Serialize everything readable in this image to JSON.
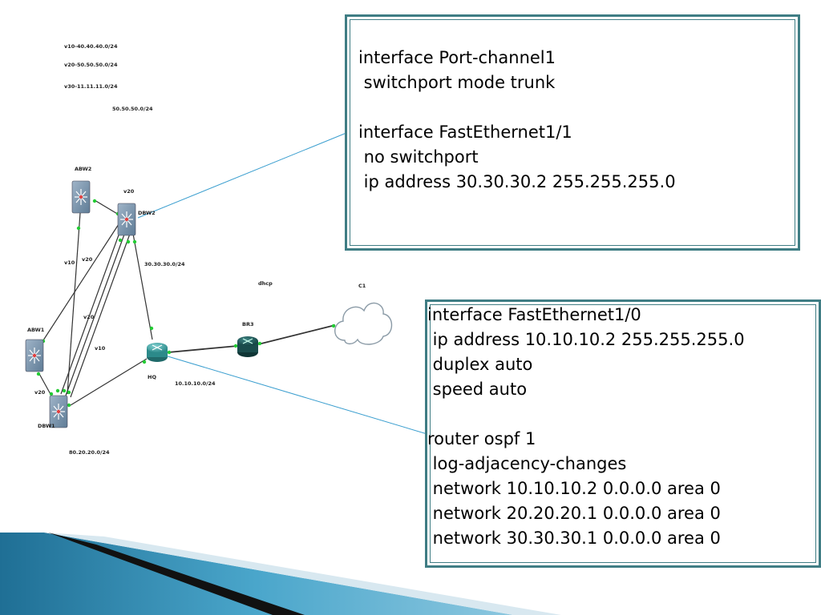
{
  "topology": {
    "vlan_list": [
      "v10-40.40.40.0/24",
      "v20-50.50.50.0/24",
      "v30-11.11.11.0/24"
    ],
    "subnet_top": "50.50.50.0/24",
    "devices": {
      "abw2": "ABW2",
      "dbw2": "DBW2",
      "abw1": "ABW1",
      "dbw1": "DBW1",
      "hq": "HQ",
      "br3": "BR3",
      "cloud": "C1"
    },
    "link_labels": {
      "v20_top": "v20",
      "v10_left": "v10",
      "v20_left": "v20",
      "v20_mid": "v20",
      "v10_mid": "v10",
      "v20_bottom": "v20",
      "subnet_dbw2_hq": "30.30.30.0/24",
      "dhcp": "dhcp",
      "subnet_hq_br3": "10.10.10.0/24",
      "subnet_dbw1": "80.20.20.0/24"
    },
    "colors": {
      "switch_body": "#6f8ca6",
      "router_hq": "#3a9a9a",
      "router_br3": "#1e5a5a",
      "port_dot": "#22cc33",
      "callout_line": "#3a9ecf"
    }
  },
  "callouts": {
    "dbw2_config": [
      "interface Port-channel1",
      " switchport mode trunk",
      "",
      "interface FastEthernet1/1",
      " no switchport",
      " ip address 30.30.30.2 255.255.255.0"
    ],
    "hq_config": [
      "interface FastEthernet1/0",
      " ip address 10.10.10.2 255.255.255.0",
      " duplex auto",
      " speed auto",
      "",
      "router ospf 1",
      " log-adjacency-changes",
      " network 10.10.10.2 0.0.0.0 area 0",
      " network 20.20.20.1 0.0.0.0 area 0",
      " network 30.30.30.1 0.0.0.0 area 0"
    ]
  }
}
